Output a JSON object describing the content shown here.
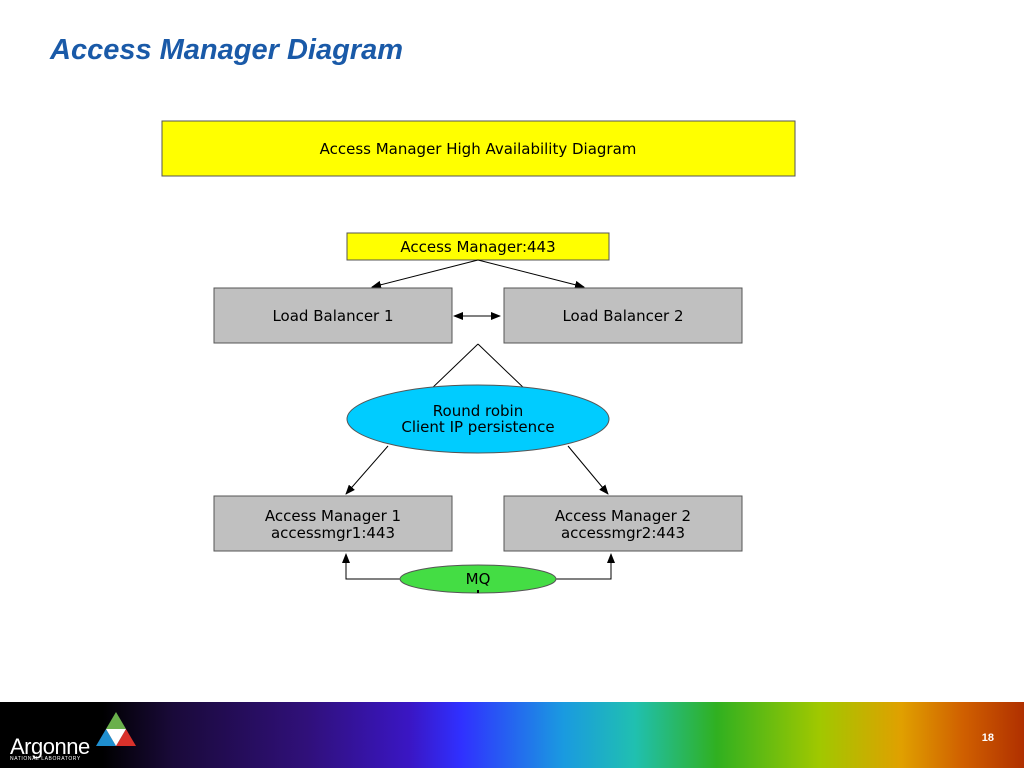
{
  "slide": {
    "title": "Access Manager Diagram",
    "page_number": "18"
  },
  "diagram": {
    "banner": "Access Manager High Availability Diagram",
    "entry": "Access Manager:443",
    "lb1": "Load Balancer 1",
    "lb2": "Load Balancer 2",
    "policy_line1": "Round robin",
    "policy_line2": "Client IP persistence",
    "am1_line1": "Access Manager 1",
    "am1_line2": "accessmgr1:443",
    "am2_line1": "Access Manager 2",
    "am2_line2": "accessmgr2:443",
    "mq": "MQ"
  },
  "colors": {
    "title": "#1a5aa8",
    "banner_fill": "#ffff00",
    "server_fill": "#c0c0c0",
    "policy_fill": "#00ccff",
    "mq_fill": "#44dd44"
  },
  "footer": {
    "logo_word": "Argonne",
    "logo_sub": "NATIONAL LABORATORY"
  }
}
